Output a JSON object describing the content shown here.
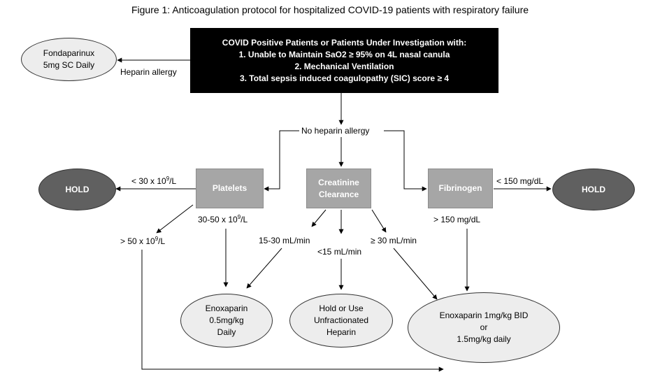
{
  "title": "Figure 1: Anticoagulation protocol for hospitalized COVID-19 patients with respiratory failure",
  "criteria_box": {
    "lines": [
      "COVID Positive Patients or Patients Under Investigation with:",
      "1. Unable to Maintain SaO2 ≥ 95% on 4L nasal canula",
      "2. Mechanical Ventilation",
      "3. Total sepsis induced coagulopathy (SIC) score ≥ 4"
    ]
  },
  "heparin_allergy": {
    "label": "Heparin allergy",
    "treatment_lines": [
      "Fondaparinux",
      "5mg SC Daily"
    ]
  },
  "no_heparin_allergy": "No heparin allergy",
  "tests": {
    "platelets": "Platelets",
    "creatinine_lines": [
      "Creatinine",
      "Clearance"
    ],
    "fibrinogen": "Fibrinogen"
  },
  "hold_label": "HOLD",
  "edges": {
    "platelets_low_base": "< 30 x 10",
    "platelets_mid_base": "30-50 x 10",
    "platelets_high_base": "> 50 x 10",
    "platelets_exp": "9",
    "platelets_unit": "/L",
    "crcl_mid": "15-30 mL/min",
    "crcl_low": "<15 mL/min",
    "crcl_high": "≥ 30 mL/min",
    "fib_low": "< 150 mg/dL",
    "fib_high": "> 150 mg/dL"
  },
  "outcomes": {
    "enox_low_lines": [
      "Enoxaparin",
      "0.5mg/kg",
      "Daily"
    ],
    "hold_ufh_lines": [
      "Hold or Use",
      "Unfractionated",
      "Heparin"
    ],
    "enox_full_lines": [
      "Enoxaparin 1mg/kg BID",
      "or",
      "1.5mg/kg daily"
    ]
  }
}
